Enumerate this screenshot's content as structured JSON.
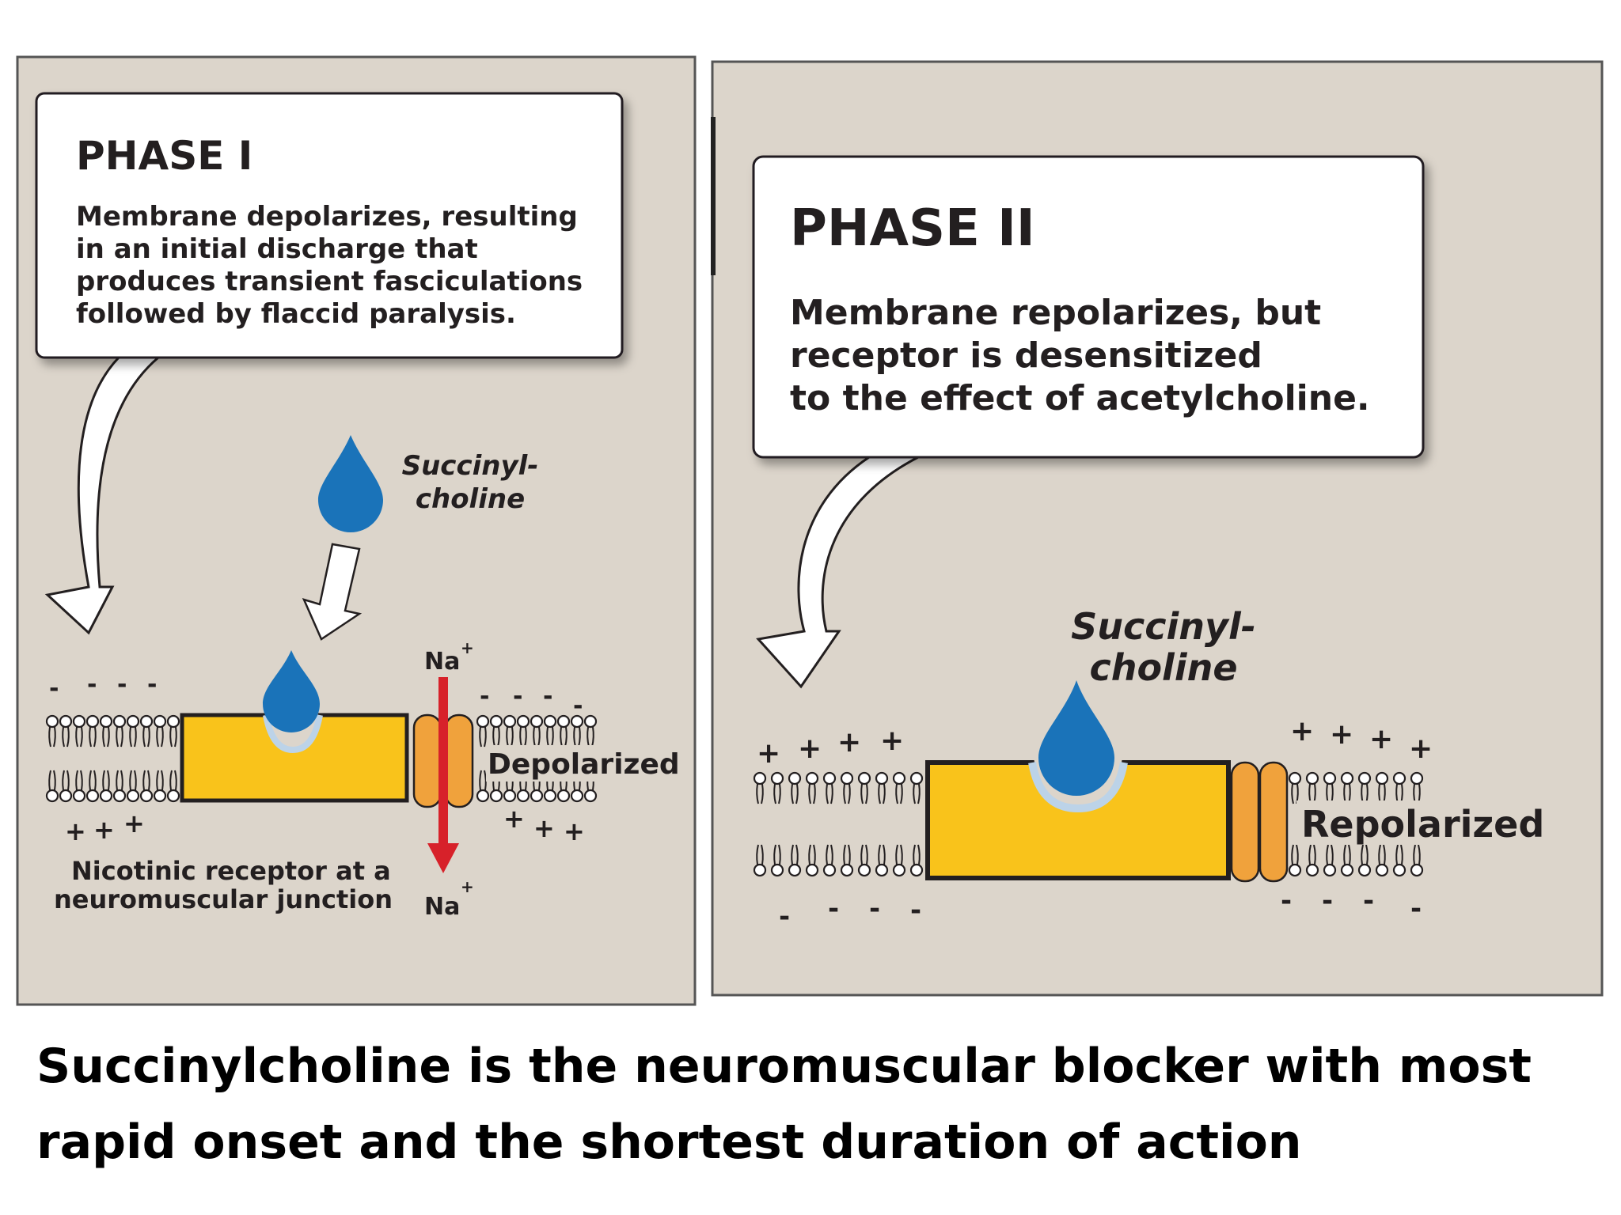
{
  "panels": {
    "phase1": {
      "title": "PHASE I",
      "description": [
        "Membrane depolarizes, resulting",
        "in an initial discharge that",
        "produces transient fasciculations",
        "followed by flaccid paralysis."
      ],
      "drug_label": [
        "Succinyl-",
        "choline"
      ],
      "state_label": "Depolarized",
      "receptor_label": [
        "Nicotinic receptor at a",
        "neuromuscular junction"
      ],
      "ion_top": "Na",
      "ion_bottom": "Na",
      "ion_charge": "+"
    },
    "phase2": {
      "title": "PHASE II",
      "description": [
        "Membrane repolarizes, but",
        "receptor is desensitized",
        "to the effect of acetylcholine."
      ],
      "drug_label": [
        "Succinyl-",
        "choline"
      ],
      "state_label": "Repolarized"
    }
  },
  "charges": {
    "negative": "-",
    "positive": "+"
  },
  "caption": [
    "Succinylcholine is the neuromuscular blocker with most",
    "rapid onset and the shortest duration of action"
  ],
  "colors": {
    "panel_bg": "#dcd5cb",
    "receptor": "#f9c31b",
    "channel": "#f0a23c",
    "drop": "#1a73b9",
    "na_arrow": "#d7212a"
  }
}
